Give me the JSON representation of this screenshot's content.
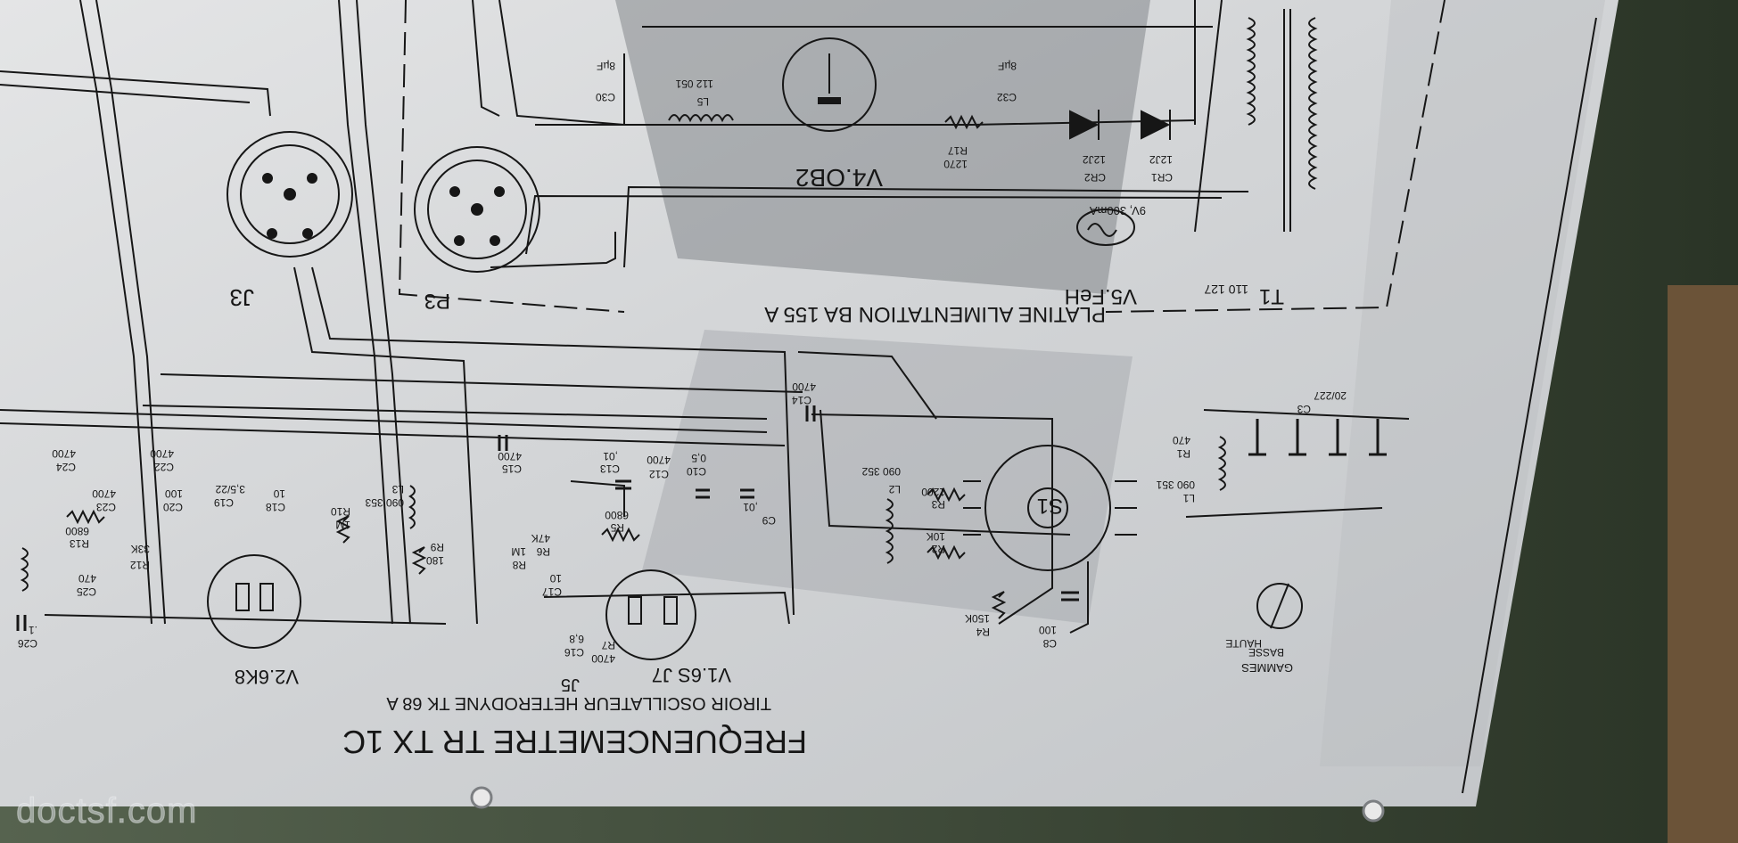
{
  "colors": {
    "cabinet": "#3a4636",
    "panel": "#d6d8da",
    "ink": "#161616",
    "highlight": "#f4f4f4",
    "reflection": "#6f7478"
  },
  "labels": {
    "title": "FREQUENCEMETRE TR TX 1C",
    "subtitle": "TIROIR OSCILLATEUR HETERODYNE TK 68 A",
    "power_board": "PLATINE ALIMENTATION BA 155 A",
    "tube_v1": "V1.6S J7",
    "tube_v2": "V2.6K8",
    "tube_v4": "V4.OB2",
    "tube_v5": "V5.FeH",
    "transformer": "T1",
    "transformer_ref": "110 127",
    "connector_j3": "J3",
    "connector_p3": "P3",
    "connector_j5": "J5",
    "switch_s1": "S1",
    "gammes": "GAMMES",
    "basse": "BASSE",
    "haute": "HAUTE",
    "lamp_rating": "9V, 300mA"
  },
  "components": [
    {
      "ref": "R9",
      "value": "180"
    },
    {
      "ref": "R10",
      "value": "1M"
    },
    {
      "ref": "R12",
      "value": "33K"
    },
    {
      "ref": "R13",
      "value": "6800"
    },
    {
      "ref": "R5",
      "value": "6800"
    },
    {
      "ref": "R6",
      "value": "47K"
    },
    {
      "ref": "R7",
      "value": "4700"
    },
    {
      "ref": "R8",
      "value": "1M"
    },
    {
      "ref": "R2",
      "value": "10K"
    },
    {
      "ref": "R3",
      "value": "1200"
    },
    {
      "ref": "R4",
      "value": "150K"
    },
    {
      "ref": "R1",
      "value": "470"
    },
    {
      "ref": "R17",
      "value": "1270"
    },
    {
      "ref": "C24",
      "value": "4700"
    },
    {
      "ref": "C23",
      "value": "4700"
    },
    {
      "ref": "C22",
      "value": "4700"
    },
    {
      "ref": "C20",
      "value": "100"
    },
    {
      "ref": "C19",
      "value": "3,5/22"
    },
    {
      "ref": "C18",
      "value": "10"
    },
    {
      "ref": "C25",
      "value": "470"
    },
    {
      "ref": "C26",
      "value": ".1"
    },
    {
      "ref": "C15",
      "value": "4700"
    },
    {
      "ref": "C13",
      "value": ",01"
    },
    {
      "ref": "C12",
      "value": "4700"
    },
    {
      "ref": "C10",
      "value": "0,5"
    },
    {
      "ref": "C9",
      "value": ",01"
    },
    {
      "ref": "C17",
      "value": "10"
    },
    {
      "ref": "C16",
      "value": "6,8"
    },
    {
      "ref": "C14",
      "value": "4700"
    },
    {
      "ref": "C8",
      "value": "100"
    },
    {
      "ref": "C3",
      "value": "20/227"
    },
    {
      "ref": "C30",
      "value": "8µF"
    },
    {
      "ref": "C32",
      "value": "8µF"
    },
    {
      "ref": "L1",
      "value": "090 351"
    },
    {
      "ref": "L2",
      "value": "090 352"
    },
    {
      "ref": "L3",
      "value": "090 353"
    },
    {
      "ref": "L5",
      "value": "112 051"
    },
    {
      "ref": "CR1",
      "value": "12J2"
    },
    {
      "ref": "CR2",
      "value": "12J2"
    }
  ],
  "watermark": "doctsf.com"
}
